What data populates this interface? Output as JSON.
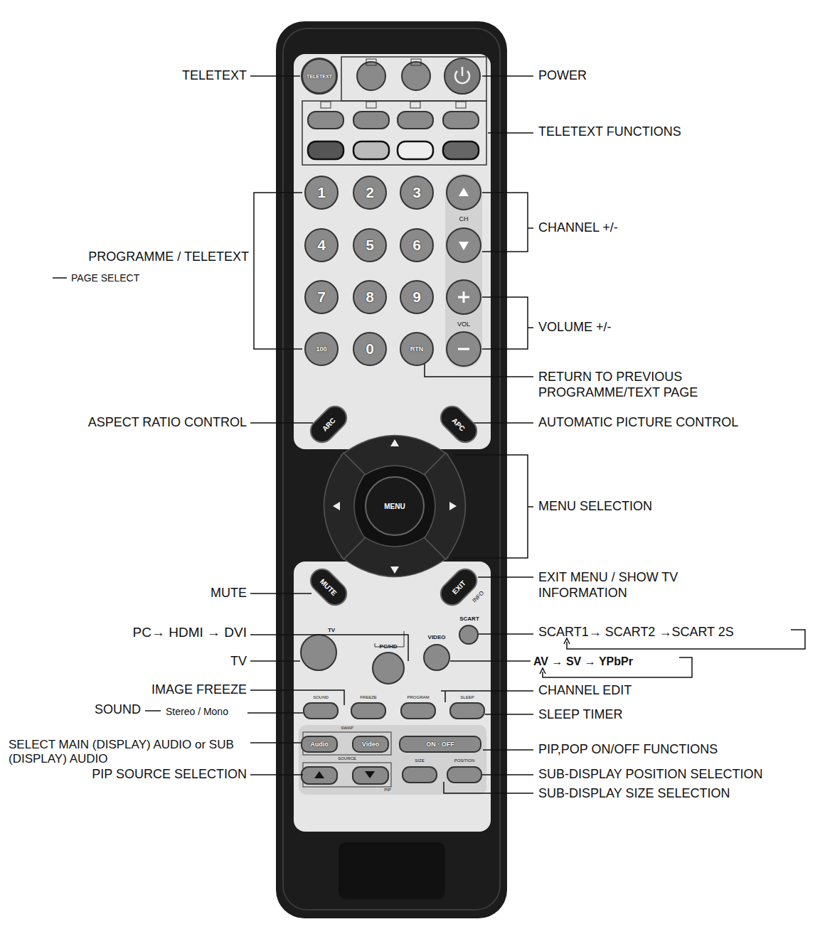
{
  "diagram": {
    "nodes": [
      {
        "text": [
          "TELETEXT"
        ]
      },
      {
        "text": [
          "1"
        ]
      },
      {
        "text": [
          "2"
        ]
      },
      {
        "text": [
          "3"
        ]
      },
      {
        "text": [
          "4"
        ]
      },
      {
        "text": [
          "5"
        ]
      },
      {
        "text": [
          "6"
        ]
      },
      {
        "text": [
          "7"
        ]
      },
      {
        "text": [
          "8"
        ]
      },
      {
        "text": [
          "9"
        ]
      },
      {
        "text": [
          "100"
        ]
      },
      {
        "text": [
          "0"
        ]
      },
      {
        "text": [
          "RTN"
        ]
      },
      {
        "text": [
          "ARC"
        ]
      },
      {
        "text": [
          "APC"
        ]
      },
      {
        "text": [
          "MENU"
        ]
      },
      {
        "text": [
          "MUTE"
        ]
      },
      {
        "text": [
          "EXIT"
        ]
      },
      {
        "text": [
          "Audio"
        ]
      },
      {
        "text": [
          "Video"
        ]
      },
      {
        "text": [
          "ON · OFF"
        ]
      }
    ],
    "labels": [
      "TELETEXT",
      "POWER",
      "TELETEXT FUNCTIONS",
      "CHANNEL +/-",
      "PROGRAMME / TELETEXT",
      "PAGE SELECT",
      "VOLUME +/-",
      "RETURN TO PREVIOUS PROGRAMME/TEXT PAGE",
      "ASPECT RATIO CONTROL",
      "AUTOMATIC PICTURE CONTROL",
      "MENU SELECTION",
      "MUTE",
      "EXIT MENU / SHOW TV INFORMATION",
      "PC→ HDMI → DVI",
      "SCART1→ SCART2 →SCART 2S",
      "AV → SV → YPbPr",
      "TV",
      "IMAGE FREEZE",
      "CHANNEL EDIT",
      "SOUND",
      "Stereo / Mono",
      "SLEEP TIMER",
      "SELECT MAIN (DISPLAY) AUDIO or SUB (DISPLAY) AUDIO",
      "PIP,POP ON/OFF FUNCTIONS",
      "PIP SOURCE SELECTION",
      "SUB-DISPLAY POSITION SELECTION",
      "SUB-DISPLAY SIZE SELECTION",
      "CH",
      "VOL",
      "INFO",
      "SCART",
      "TV",
      "PC/HD",
      "VIDEO",
      "SOUND",
      "FREEZE",
      "PROGRAM",
      "SLEEP",
      "SWAP",
      "SOURCE",
      "SIZE",
      "POSITION",
      "PIP"
    ]
  }
}
